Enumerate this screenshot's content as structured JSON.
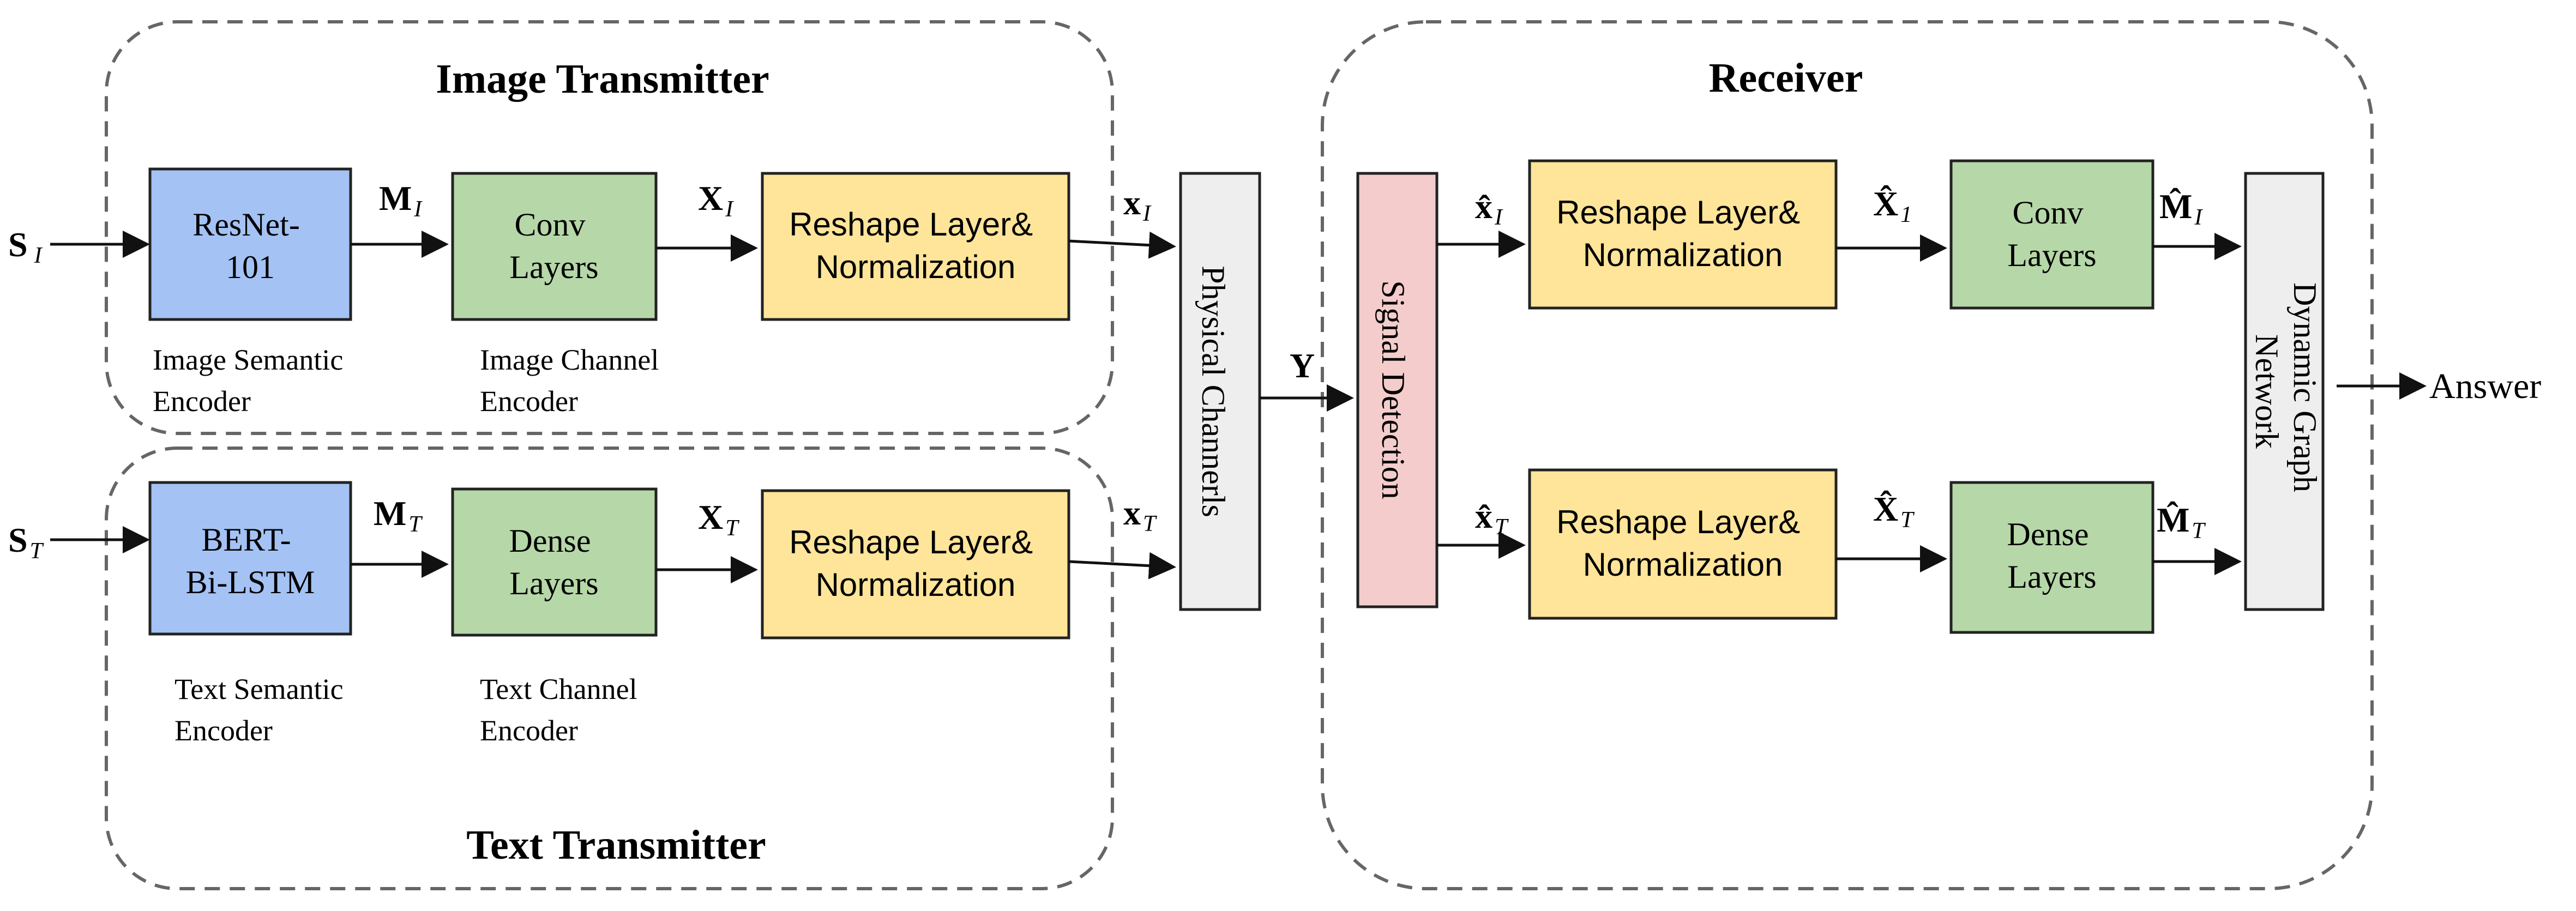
{
  "panels": {
    "image_transmitter": "Image Transmitter",
    "text_transmitter": "Text Transmitter",
    "receiver": "Receiver"
  },
  "inputs": {
    "image": {
      "base": "S",
      "sub": "I"
    },
    "text": {
      "base": "S",
      "sub": "T"
    }
  },
  "blocks": {
    "resnet": [
      "ResNet-",
      "101"
    ],
    "conv_tx": [
      "Conv",
      "Layers"
    ],
    "reshape_img_tx": [
      "Reshape Layer&",
      "Normalization"
    ],
    "bert": [
      "BERT-",
      "Bi-LSTM"
    ],
    "dense_tx": [
      "Dense",
      "Layers"
    ],
    "reshape_txt_tx": [
      "Reshape Layer&",
      "Normalization"
    ],
    "physical_channels": "Physical Channerls",
    "signal_detection": "Signal Detection",
    "reshape_img_rx": [
      "Reshape Layer&",
      "Normalization"
    ],
    "reshape_txt_rx": [
      "Reshape Layer&",
      "Normalization"
    ],
    "conv_rx": [
      "Conv",
      "Layers"
    ],
    "dense_rx": [
      "Dense",
      "Layers"
    ],
    "dgn": [
      "Dynamic Graph",
      "Network"
    ]
  },
  "captions": {
    "image_semantic": [
      "Image Semantic",
      "Encoder"
    ],
    "image_channel": [
      "Image Channel",
      "Encoder"
    ],
    "text_semantic": [
      "Text Semantic",
      "Encoder"
    ],
    "text_channel": [
      "Text Channel",
      "Encoder"
    ]
  },
  "signals": {
    "M_I": {
      "base": "M",
      "sub": "I"
    },
    "X_I": {
      "base": "X",
      "sub": "I"
    },
    "x_I": {
      "base": "x",
      "sub": "I"
    },
    "M_T": {
      "base": "M",
      "sub": "T"
    },
    "X_T": {
      "base": "X",
      "sub": "T"
    },
    "x_T": {
      "base": "x",
      "sub": "T"
    },
    "Y": "Y",
    "xhat_I": {
      "base": "x̂",
      "sub": "I"
    },
    "xhat_T": {
      "base": "x̂",
      "sub": "T"
    },
    "Xhat_1": {
      "base": "X̂",
      "sub": "1"
    },
    "Xhat_T": {
      "base": "X̂",
      "sub": "T"
    },
    "Mhat_I": {
      "base": "M̂",
      "sub": "I"
    },
    "Mhat_T": {
      "base": "M̂",
      "sub": "T"
    }
  },
  "output_label": "Answer",
  "colors": {
    "blue": "#a4c2f4",
    "green": "#b6d7a8",
    "yellow": "#ffe599",
    "gray": "#eeeeee",
    "pink": "#f4cccc",
    "stroke": "#222222",
    "dash": "#666666"
  }
}
